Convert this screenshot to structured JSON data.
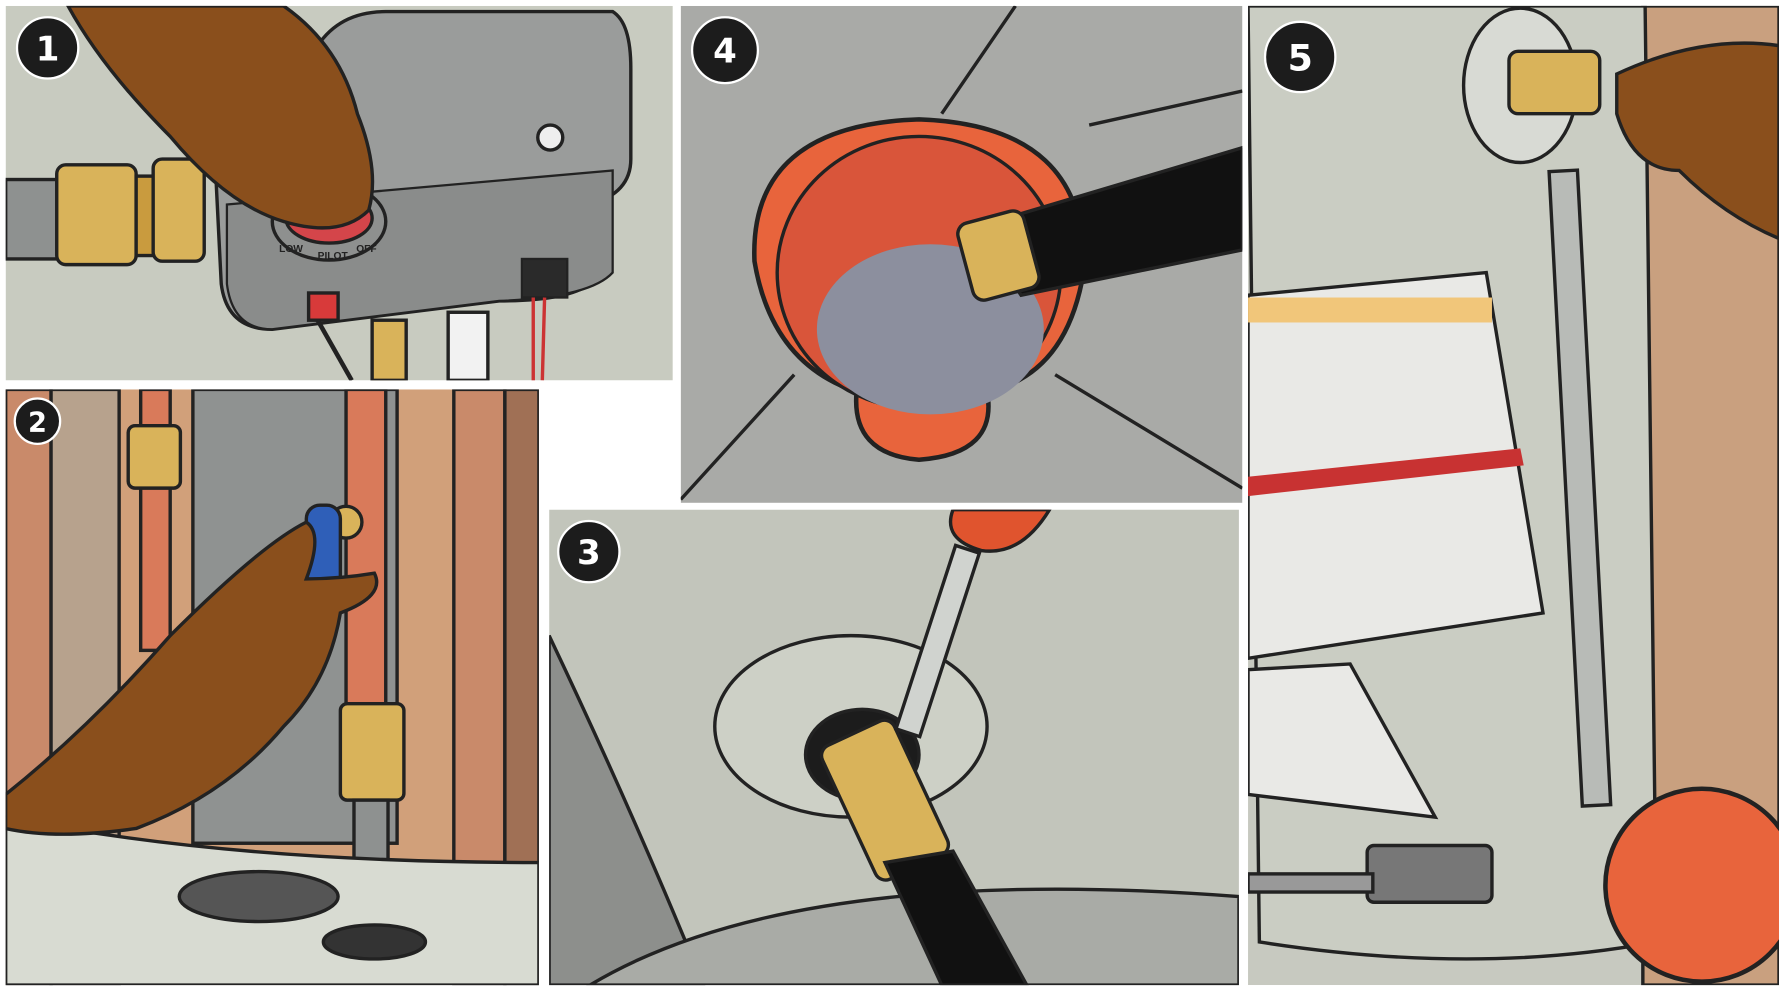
{
  "panels": [
    {
      "step": "1",
      "dial_labels": {
        "low": "LOW",
        "pilot": "PILOT",
        "off": "OFF"
      }
    },
    {
      "step": "2"
    },
    {
      "step": "3"
    },
    {
      "step": "4"
    },
    {
      "step": "5"
    }
  ],
  "colors": {
    "skin": "#8a4f1c",
    "brass": "#d9b35a",
    "bucket": "#e8643c",
    "heater": "#c9ccc2",
    "valve_handle": "#2f5fb8",
    "badge": "#1c1c1c"
  }
}
